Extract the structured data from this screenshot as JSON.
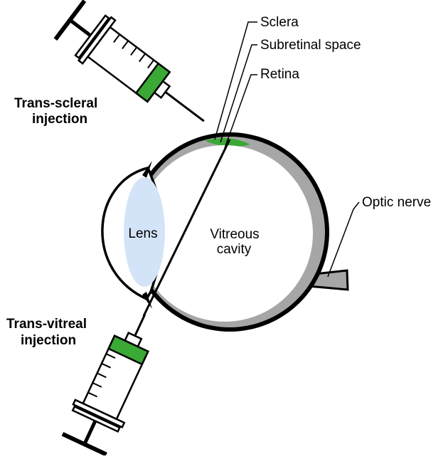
{
  "labels": {
    "sclera": "Sclera",
    "subretinal_space": "Subretinal space",
    "retina": "Retina",
    "optic_nerve": "Optic nerve",
    "lens": "Lens",
    "vitreous_line1": "Vitreous",
    "vitreous_line2": "cavity",
    "trans_scleral_line1": "Trans-scleral",
    "trans_scleral_line2": "injection",
    "trans_vitreal_line1": "Trans-vitreal",
    "trans_vitreal_line2": "injection"
  },
  "colors": {
    "outline": "#000000",
    "retina_gray": "#a6a6a6",
    "injection_green": "#3aa935",
    "lens_blue": "#d4e4f8",
    "background": "#ffffff"
  },
  "icons": [
    "syringe-trans-scleral",
    "syringe-trans-vitreal",
    "eye-cross-section"
  ]
}
